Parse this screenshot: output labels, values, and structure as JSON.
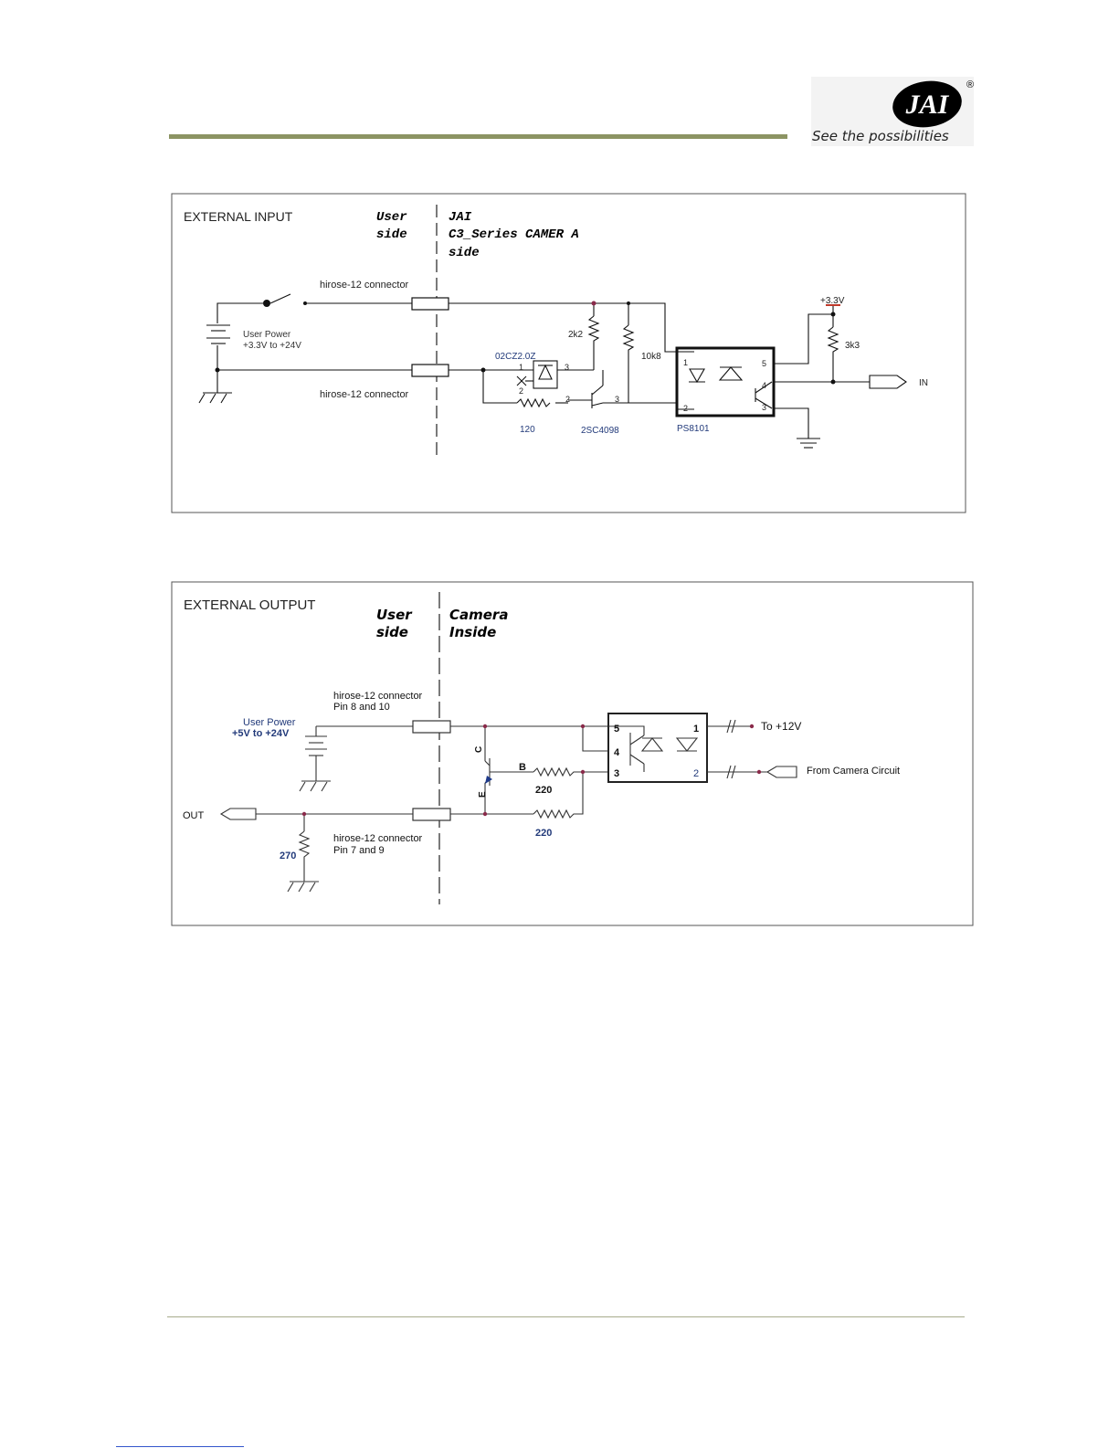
{
  "logo": {
    "brand": "JAI",
    "registered": "®",
    "tagline": "See the possibilities"
  },
  "input_diagram": {
    "title": "EXTERNAL INPUT",
    "user_side": [
      "User",
      "side"
    ],
    "camera_side": [
      "JAI",
      "C3_Series CAMER A",
      "side"
    ],
    "connector_top": "hirose-12 connector",
    "connector_bottom": "hirose-12 connector",
    "user_power": [
      "User Power",
      "+3.3V to +24V"
    ],
    "zener": "02CZ2.0Z",
    "r_2k2": "2k2",
    "r_10k8": "10k8",
    "r_120": "120",
    "transistor": "2SC4098",
    "optocoupler": "PS8101",
    "supply": "+3.3V",
    "r_3k3": "3k3",
    "output_signal": "IN",
    "pins": [
      "1",
      "2",
      "3",
      "4",
      "5"
    ],
    "zener_pins": [
      "1",
      "2",
      "3"
    ],
    "transistor_pins": [
      "2",
      "3"
    ]
  },
  "output_diagram": {
    "title": "EXTERNAL OUTPUT",
    "user_side": [
      "User",
      "side"
    ],
    "camera_side": [
      "Camera",
      "Inside"
    ],
    "connector_top": [
      "hirose-12 connector",
      "Pin 8 and 10"
    ],
    "connector_bottom": [
      "hirose-12 connector",
      "Pin 7 and 9"
    ],
    "user_power": [
      "User Power",
      "+5V to +24V"
    ],
    "out_signal": "OUT",
    "r_270": "270",
    "r_220_top": "220",
    "r_220_bottom": "220",
    "transistor_c": "C",
    "transistor_b": "B",
    "transistor_e": "E",
    "opto_pins": [
      "5",
      "4",
      "3",
      "1",
      "2"
    ],
    "to_supply": "To +12V",
    "from_camera": "From Camera Circuit"
  }
}
